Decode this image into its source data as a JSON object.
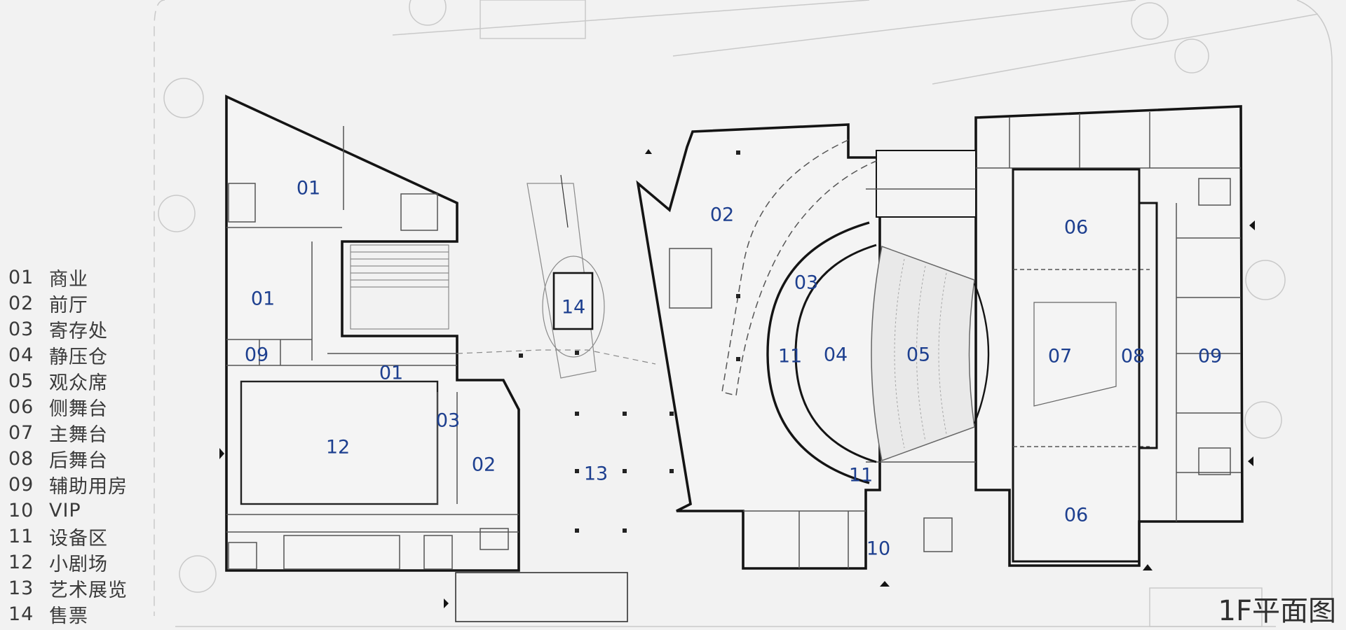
{
  "title": "1F平面图",
  "legend": [
    {
      "num": "01",
      "name": "商业"
    },
    {
      "num": "02",
      "name": "前厅"
    },
    {
      "num": "03",
      "name": "寄存处"
    },
    {
      "num": "04",
      "name": "静压仓"
    },
    {
      "num": "05",
      "name": "观众席"
    },
    {
      "num": "06",
      "name": "侧舞台"
    },
    {
      "num": "07",
      "name": "主舞台"
    },
    {
      "num": "08",
      "name": "后舞台"
    },
    {
      "num": "09",
      "name": "辅助用房"
    },
    {
      "num": "10",
      "name": "VIP"
    },
    {
      "num": "11",
      "name": "设备区"
    },
    {
      "num": "12",
      "name": "小剧场"
    },
    {
      "num": "13",
      "name": "艺术展览"
    },
    {
      "num": "14",
      "name": "售票"
    }
  ],
  "room_labels": [
    "01",
    "01",
    "09",
    "01",
    "12",
    "03",
    "02",
    "14",
    "13",
    "02",
    "03",
    "11",
    "04",
    "05",
    "11",
    "10",
    "06",
    "07",
    "08",
    "09",
    "06"
  ],
  "colors": {
    "wall": "#141414",
    "thin": "#8a8a8a",
    "label": "#1d3f8f",
    "background": "#f2f2f2"
  }
}
